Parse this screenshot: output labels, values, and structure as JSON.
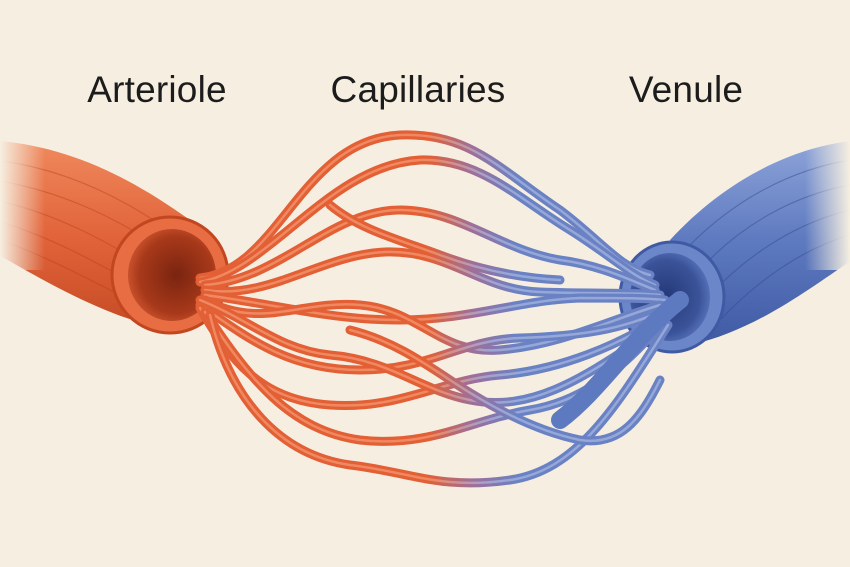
{
  "labels": {
    "arteriole": "Arteriole",
    "capillaries": "Capillaries",
    "venule": "Venule"
  },
  "colors": {
    "background": "#f6efe1",
    "arteriole": "#e2643a",
    "arteriole_dark": "#b8401f",
    "arteriole_light": "#f08a5e",
    "venule": "#5d79bf",
    "venule_dark": "#32498c",
    "venule_light": "#8ea4d9",
    "label_text": "#1c1c1c"
  },
  "capillary_count": 13
}
